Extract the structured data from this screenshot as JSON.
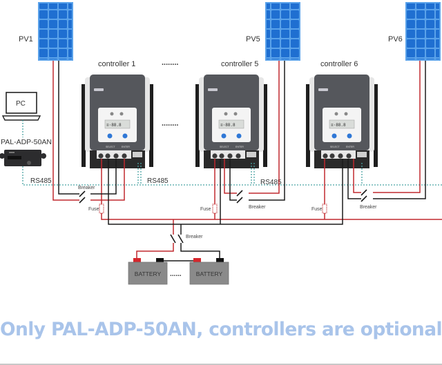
{
  "colors": {
    "pv_panel_fill": "#1f6fd1",
    "pv_panel_frame": "#5aa2ea",
    "controller_body": "#55575c",
    "controller_side": "#e6e6e6",
    "wire_positive": "#c0282e",
    "wire_negative": "#1a1a1a",
    "rs485_line": "#4aa3a3",
    "battery_body": "#8a8a8a",
    "caption_text": "#a9c4ea"
  },
  "pv_panels": [
    {
      "label": "PV1"
    },
    {
      "label": "PV5"
    },
    {
      "label": "PV6"
    }
  ],
  "controllers": [
    {
      "label": "controller 1",
      "panel_buttons": [
        "SELECT",
        "ENTER"
      ]
    },
    {
      "label": "controller 5",
      "panel_buttons": [
        "SELECT",
        "ENTER"
      ]
    },
    {
      "label": "controller 6",
      "panel_buttons": [
        "SELECT",
        "ENTER"
      ]
    }
  ],
  "ellipsis": "........",
  "pc": {
    "label": "PC"
  },
  "adapter": {
    "label": "PAL-ADP-50AN"
  },
  "bus_labels": [
    "RS485",
    "RS485",
    "RS485"
  ],
  "breaker_label": "Breaker",
  "fuse_label": "Fuse",
  "batteries": [
    {
      "label": "BATTERY"
    },
    {
      "label": "BATTERY"
    }
  ],
  "battery_ellipsis": "......",
  "caption": "Only PAL-ADP-50AN, controllers are optional"
}
